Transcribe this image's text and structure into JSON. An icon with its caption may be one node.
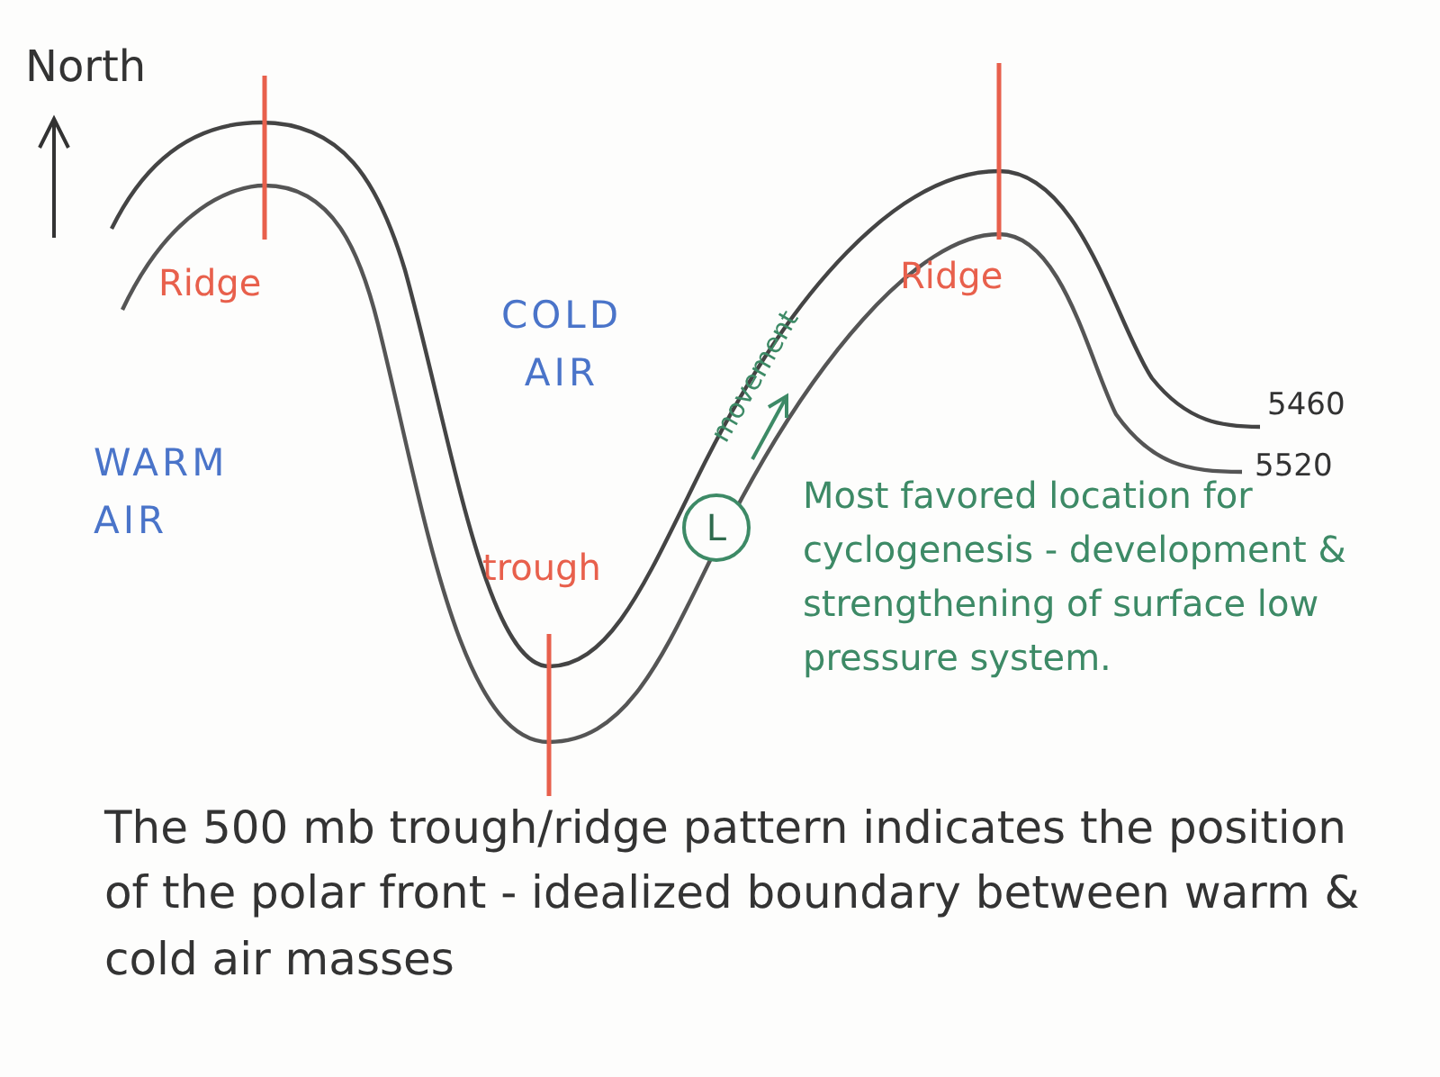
{
  "diagram": {
    "caption": "The 500 mb trough/ridge pattern indicates the position of the polar front - idealized boundary between warm & cold air masses",
    "nodes": [
      {
        "text": [
          "L"
        ],
        "beside": [
          "Most favored location for cyclogenesis - development & strengthening of surface low pressure system."
        ]
      }
    ],
    "labels": [
      "North",
      "Ridge",
      "Ridge",
      "COLD AIR",
      "5460",
      "WARM AIR",
      "5520",
      "movement",
      "trough"
    ]
  }
}
